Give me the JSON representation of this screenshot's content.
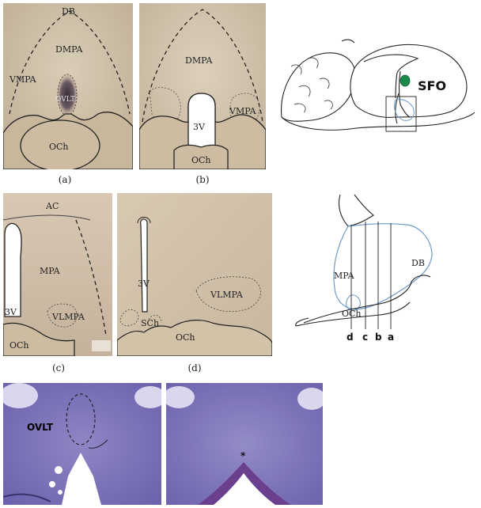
{
  "panel_a": {
    "db": "DB",
    "dmpa": "DMPA",
    "vmpa": "VMPA",
    "ovlt": "OVLT",
    "och": "OCh",
    "caption": "(a)"
  },
  "panel_b": {
    "dmpa": "DMPA",
    "vmpa": "VMPA",
    "v3": "3V",
    "och": "OCh",
    "caption": "(b)"
  },
  "panel_c": {
    "ac": "AC",
    "mpa": "MPA",
    "vlmpa": "VLMPA",
    "v3": "3V",
    "och": "OCh",
    "caption": "(c)"
  },
  "panel_d": {
    "v3": "3V",
    "vlmpa": "VLMPA",
    "sch": "SCh",
    "och": "OCh",
    "caption": "(d)"
  },
  "brain_schematic": {
    "sfo": "SFO",
    "accent": "#1a8a4a"
  },
  "section_schematic": {
    "mpa": "MPA",
    "db": "DB",
    "och": "OCh",
    "cut_labels": [
      "d",
      "c",
      "b",
      "a"
    ],
    "outline_color": "#6f9ac9"
  },
  "nissl_left": {
    "ovlt": "OVLT"
  },
  "nissl_right": {
    "marker": "*"
  }
}
